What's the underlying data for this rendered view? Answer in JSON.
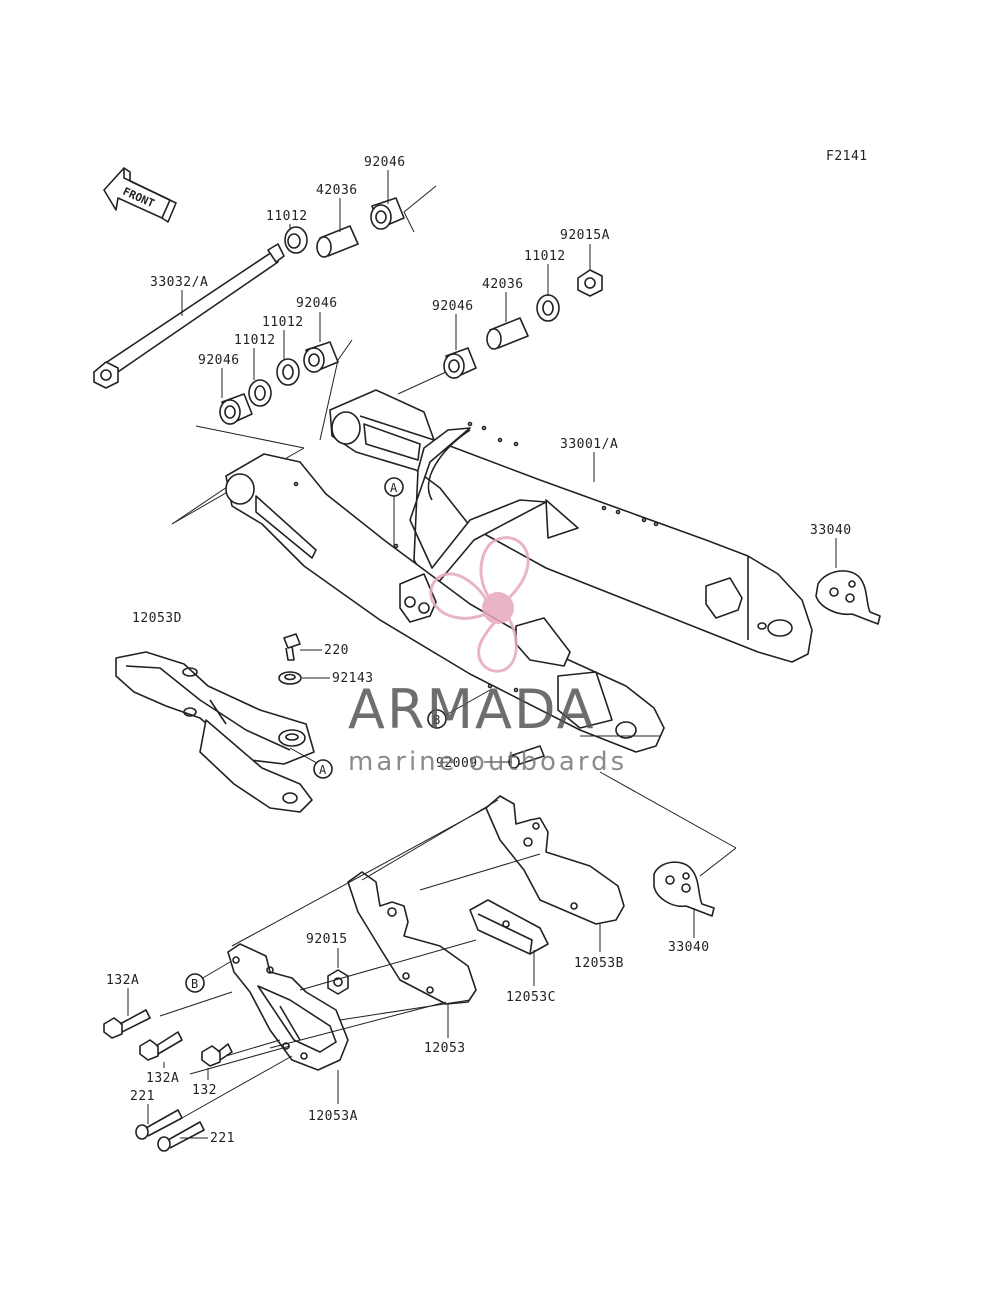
{
  "figure_id": "F2141",
  "front_arrow_label": "FRONT",
  "watermark": {
    "title": "ARMADA",
    "subtitle": "marine outboards",
    "accent_color": "#e7a8bf",
    "text_color": "#555555"
  },
  "labels": {
    "p92046_top": "92046",
    "p42036_top": "42036",
    "p11012_top": "11012",
    "p33032": "33032/A",
    "p92015A": "92015A",
    "p11012_r": "11012",
    "p42036_r": "42036",
    "p92046_r": "92046",
    "p92046_m": "92046",
    "p11012_m": "11012",
    "p11012_l": "11012",
    "p92046_l": "92046",
    "p33001": "33001/A",
    "p33040_top": "33040",
    "p12053D": "12053D",
    "p220": "220",
    "p92143": "92143",
    "p92009": "92009",
    "p33040_bot": "33040",
    "p92015": "92015",
    "p12053B": "12053B",
    "p12053C": "12053C",
    "p132A_top": "132A",
    "p132A_bot": "132A",
    "p132": "132",
    "p12053": "12053",
    "p221_top": "221",
    "p221_bot": "221",
    "p12053A": "12053A"
  },
  "callouts": {
    "A_upper": "A",
    "A_lower": "A",
    "B_upper": "B",
    "B_lower": "B"
  }
}
